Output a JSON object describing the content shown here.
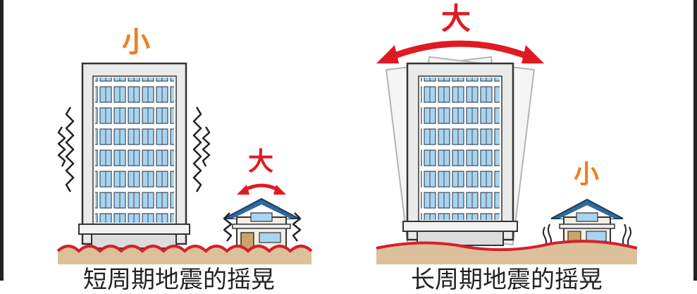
{
  "left_panel": {
    "building_label": "小",
    "house_label": "大",
    "caption": "短周期地震的摇晃"
  },
  "right_panel": {
    "building_label": "大",
    "house_label": "小",
    "caption": "长周期地震的摇晃"
  },
  "colors": {
    "small_label": "#f07d1a",
    "large_label": "#e01a22",
    "ground": "#dcc09a",
    "ground_line": "#d5202b",
    "window": "#a9d4f0",
    "building": "#eaeaea",
    "roof": "#2e6a9c"
  }
}
